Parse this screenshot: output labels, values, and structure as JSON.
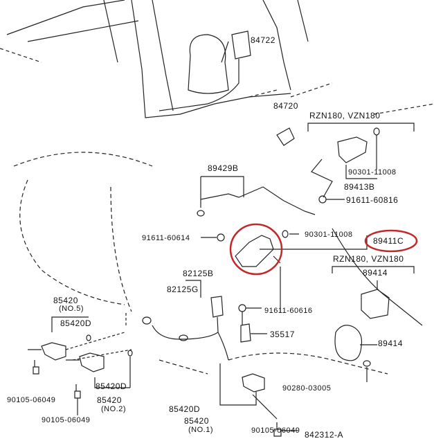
{
  "diagram": {
    "figure_id": "842312-A",
    "highlight_color": "#c0282a",
    "variant_labels": [
      "RZN180, VZN180",
      "RZN180, VZN180"
    ],
    "parts": {
      "p84722": "84722",
      "p84720": "84720",
      "p90301_a": "90301-11008",
      "p89413B": "89413B",
      "p91611_60816": "91611-60816",
      "p89429B": "89429B",
      "p91611_60614": "91611-60614",
      "p90301_b": "90301-11008",
      "p89411C": "89411C",
      "p89414_a": "89414",
      "p82125B": "82125B",
      "p82125G": "82125G",
      "p85420_no5": "85420",
      "no5": "(NO.5)",
      "p85420D_a": "85420D",
      "p91611_60616": "91611-60616",
      "p35517": "35517",
      "p89414_b": "89414",
      "p90105_a": "90105-06049",
      "p85420D_b": "85420D",
      "p85420_no2": "85420",
      "no2": "(NO.2)",
      "p90105_b": "90105-06049",
      "p90280": "90280-03005",
      "p85420D_c": "85420D",
      "p85420_no1": "85420",
      "no1": "(NO.1)",
      "p90105_c": "90105-06049"
    }
  }
}
